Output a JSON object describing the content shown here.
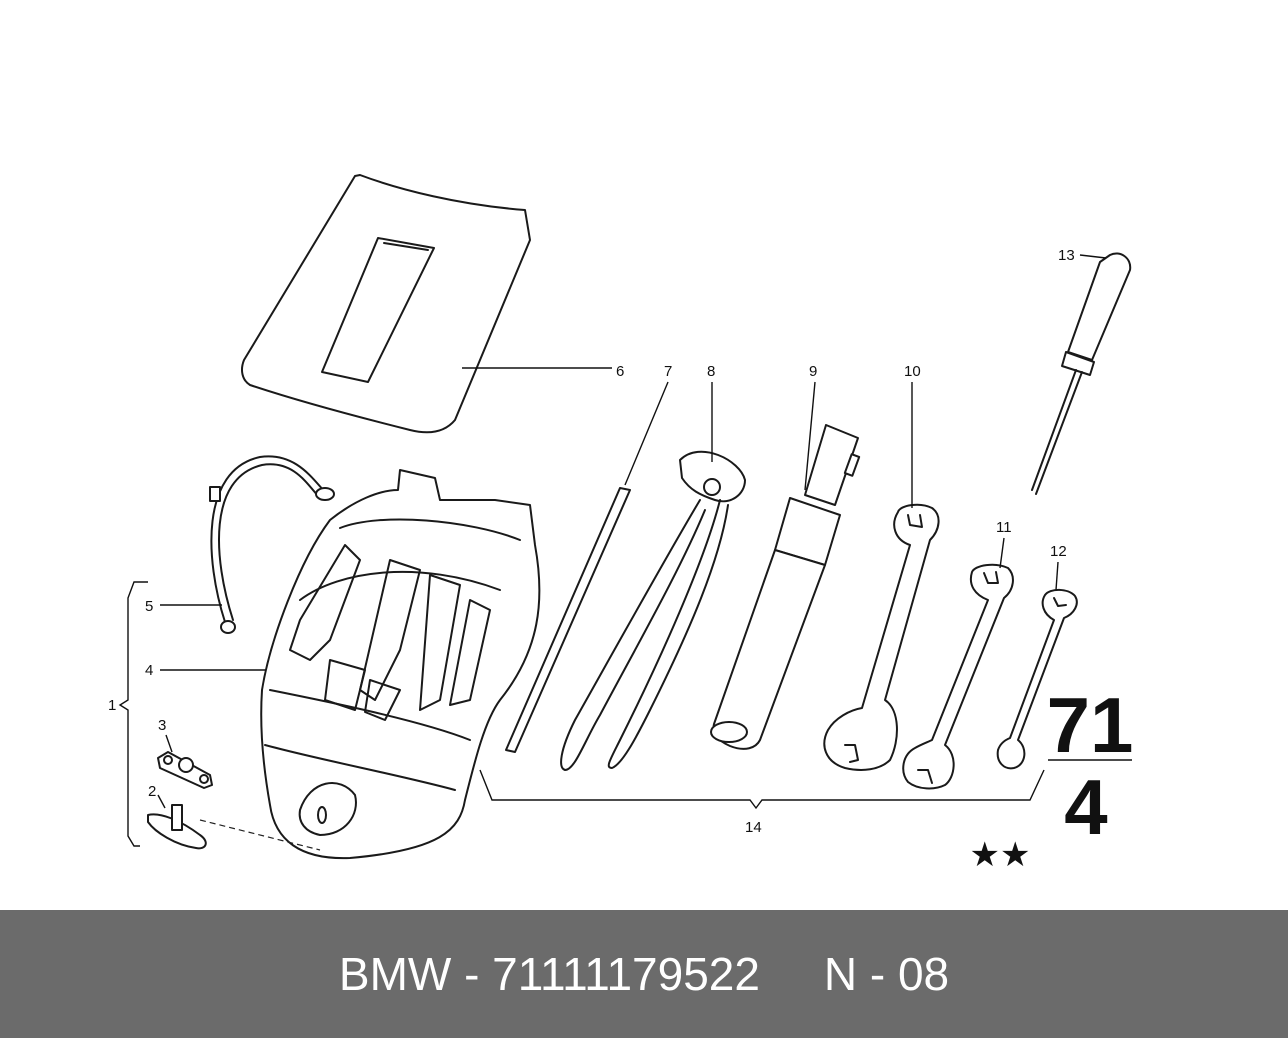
{
  "callouts": {
    "c1": "1",
    "c2": "2",
    "c3": "3",
    "c4": "4",
    "c5": "5",
    "c6": "6",
    "c7": "7",
    "c8": "8",
    "c9": "9",
    "c10": "10",
    "c11": "11",
    "c12": "12",
    "c13": "13",
    "c14": "14"
  },
  "group": {
    "top": "71",
    "bottom": "4"
  },
  "stars": "★★",
  "footer": {
    "text": "BMW - 71111179522     N - 08"
  },
  "colors": {
    "footer_bg": "#6b6b6b",
    "footer_text": "#ffffff",
    "line_art": "#111111"
  }
}
